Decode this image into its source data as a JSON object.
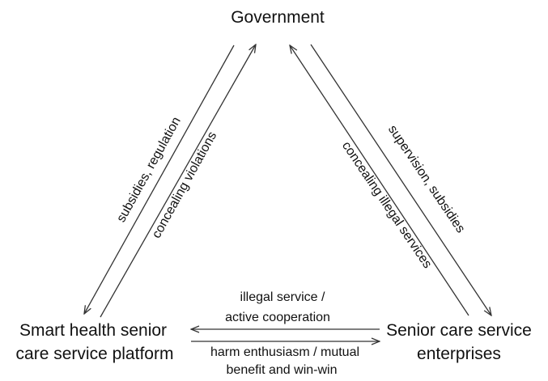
{
  "nodes": {
    "government": "Government",
    "platform": {
      "line1": "Smart health senior",
      "line2": "care service platform"
    },
    "enterprises": {
      "line1": "Senior care service",
      "line2": "enterprises"
    }
  },
  "edges": {
    "gov_to_platform": "subsidies, regulation",
    "platform_to_gov": "concealing violations",
    "gov_to_enterprises": "supervision, subsidies",
    "enterprises_to_gov": "concealing illegal services",
    "enterprises_to_platform": {
      "line1": "illegal service /",
      "line2": "active cooperation"
    },
    "platform_to_enterprises": {
      "line1": "harm enthusiasm / mutual",
      "line2": "benefit and win-win"
    }
  },
  "colors": {
    "text": "#111111",
    "arrow": "#333333",
    "background": "#ffffff"
  }
}
